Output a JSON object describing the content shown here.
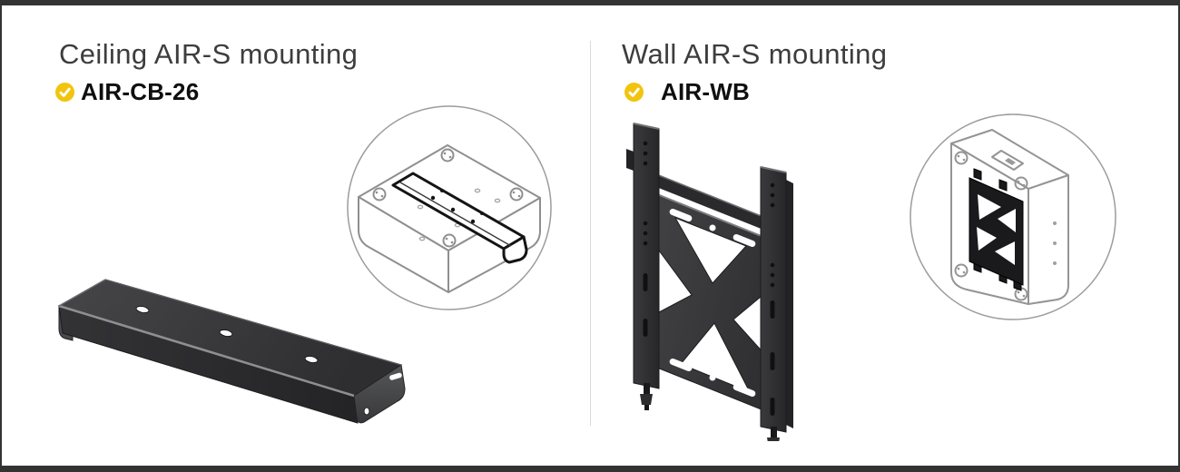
{
  "frame": {
    "background": "#ffffff",
    "bar_color": "#333333",
    "divider_color": "#d9d9d9"
  },
  "badge": {
    "icon": "check-circle-icon",
    "color": "#f2c40e",
    "check_color": "#ffffff"
  },
  "sections": [
    {
      "id": "ceiling",
      "title": "Ceiling AIR-S mounting",
      "product_code": "AIR-CB-26",
      "photo": "ceiling-bracket-photo",
      "diagram": "ceiling-bracket-mounting-diagram"
    },
    {
      "id": "wall",
      "title": "Wall AIR-S mounting",
      "product_code": "AIR-WB",
      "photo": "wall-bracket-photo",
      "diagram": "wall-bracket-mounting-diagram"
    }
  ]
}
